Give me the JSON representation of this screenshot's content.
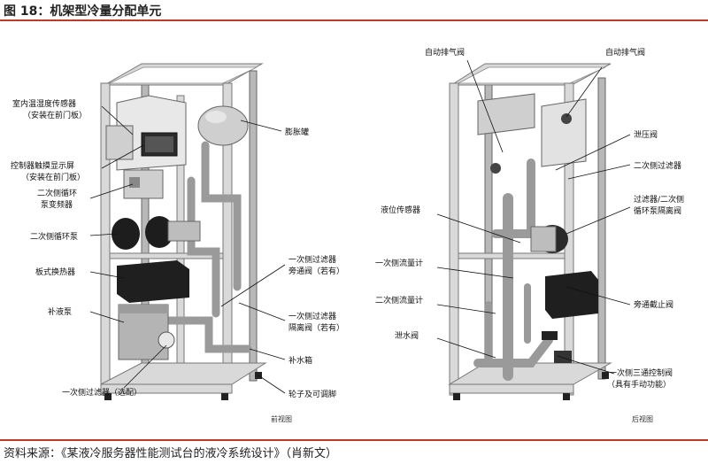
{
  "header": {
    "title": "图 18：机架型冷量分配单元"
  },
  "source": {
    "text": "资料来源：《某液冷服务器性能测试台的液冷系统设计》（肖新文）"
  },
  "front_view": {
    "caption": "前视图",
    "labels": {
      "room_sensor_1": "室内温湿度传感器",
      "room_sensor_2": "（安装在前门板）",
      "touchscreen_1": "控制器触摸显示屏",
      "touchscreen_2": "（安装在前门板）",
      "pump_inverter_1": "二次侧循环",
      "pump_inverter_2": "泵变频器",
      "secondary_pump": "二次侧循环泵",
      "plate_hx": "板式换热器",
      "makeup_pump": "补液泵",
      "primary_filter_1": "一次侧过滤器（选配）",
      "expansion_tank": "膨胀罐",
      "bypass_1": "一次侧过滤器",
      "bypass_2": "旁通阀（若有）",
      "isolation_1": "一次侧过滤器",
      "isolation_2": "隔离阀（若有）",
      "makeup_tank": "补水箱",
      "casters": "轮子及可调脚"
    }
  },
  "rear_view": {
    "caption": "后视图",
    "labels": {
      "air_vent_left": "自动排气阀",
      "air_vent_right": "自动排气阀",
      "relief_valve": "泄压阀",
      "secondary_filter": "二次侧过滤器",
      "filter_iso_1": "过滤器/二次侧",
      "filter_iso_2": "循环泵隔离阀",
      "level_sensor": "液位传感器",
      "primary_flowmeter": "一次侧流量计",
      "secondary_flowmeter": "二次侧流量计",
      "bypass_stop": "旁通截止阀",
      "drain_valve": "泄水阀",
      "three_way_1": "一次侧三通控制阀",
      "three_way_2": "（具有手动功能）"
    }
  }
}
